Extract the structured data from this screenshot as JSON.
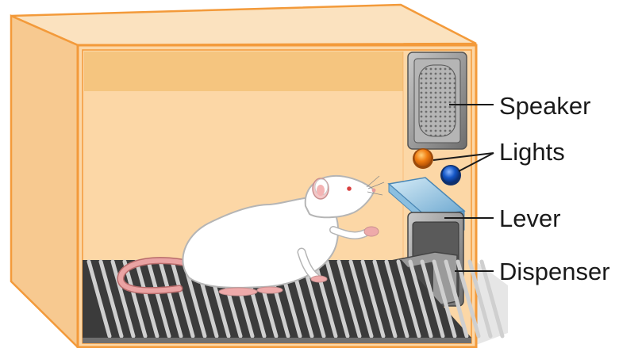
{
  "labels": {
    "speaker": "Speaker",
    "lights": "Lights",
    "lever": "Lever",
    "dispenser": "Dispenser"
  },
  "colors": {
    "box_fill": "#fcd7a6",
    "box_side": "#f7c990",
    "box_top": "#fbe2bf",
    "box_stroke": "#f39a3a",
    "light_orange": "#f07d12",
    "light_blue": "#1456c6",
    "lever": "#7fb6d8",
    "metal": "#8a8a8a",
    "rat_body": "#ffffff",
    "rat_tail": "#e79b9b"
  },
  "icons": [
    "speaker-icon",
    "light-icon",
    "lever-icon",
    "dispenser-icon",
    "rat-icon",
    "grid-floor-icon"
  ]
}
